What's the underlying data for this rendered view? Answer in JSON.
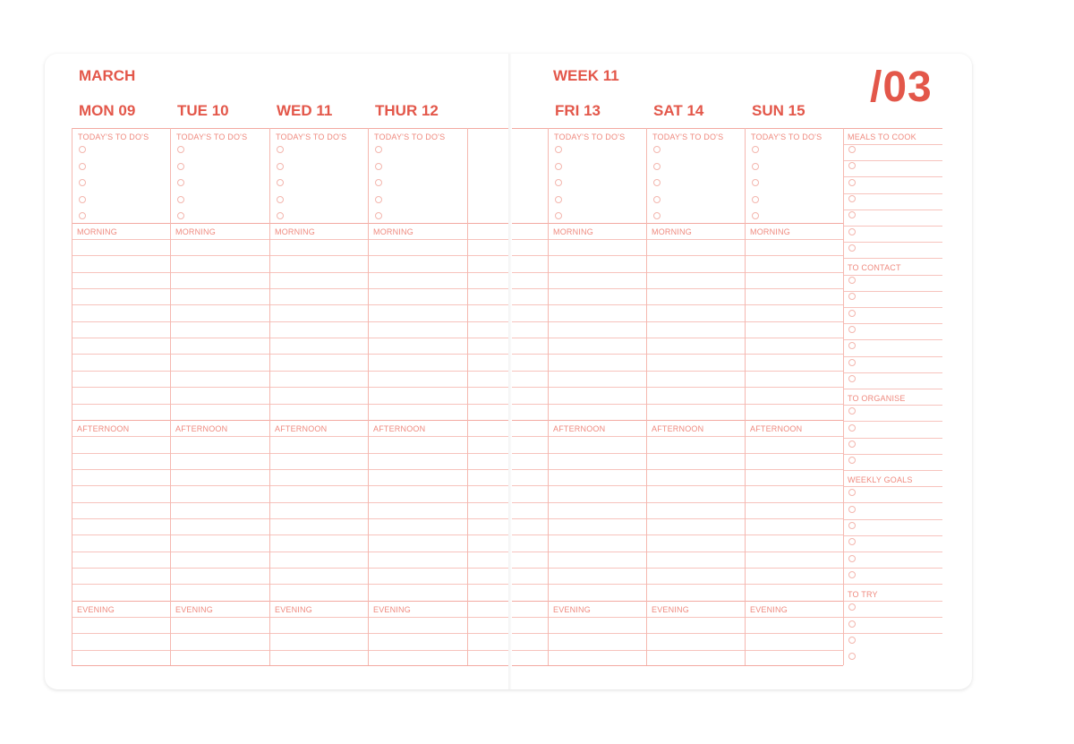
{
  "left_page": {
    "month": "MARCH",
    "days": [
      {
        "name": "MON 09",
        "todo": "TODAY'S TO DO'S",
        "morning": "MORNING",
        "afternoon": "AFTERNOON",
        "evening": "EVENING"
      },
      {
        "name": "TUE 10",
        "todo": "TODAY'S TO DO'S",
        "morning": "MORNING",
        "afternoon": "AFTERNOON",
        "evening": "EVENING"
      },
      {
        "name": "WED 11",
        "todo": "TODAY'S TO DO'S",
        "morning": "MORNING",
        "afternoon": "AFTERNOON",
        "evening": "EVENING"
      },
      {
        "name": "THUR 12",
        "todo": "TODAY'S TO DO'S",
        "morning": "MORNING",
        "afternoon": "AFTERNOON",
        "evening": "EVENING"
      }
    ]
  },
  "right_page": {
    "week": "WEEK 11",
    "week_number": "/03",
    "days": [
      {
        "name": "FRI 13",
        "todo": "TODAY'S TO DO'S",
        "morning": "MORNING",
        "afternoon": "AFTERNOON",
        "evening": "EVENING"
      },
      {
        "name": "SAT 14",
        "todo": "TODAY'S TO DO'S",
        "morning": "MORNING",
        "afternoon": "AFTERNOON",
        "evening": "EVENING"
      },
      {
        "name": "SUN 15",
        "todo": "TODAY'S TO DO'S",
        "morning": "MORNING",
        "afternoon": "AFTERNOON",
        "evening": "EVENING"
      }
    ],
    "sidebar": [
      {
        "title": "MEALS TO COOK",
        "checkbox_count": 7
      },
      {
        "title": "TO CONTACT",
        "checkbox_count": 7
      },
      {
        "title": "TO ORGANISE",
        "checkbox_count": 4
      },
      {
        "title": "WEEKLY GOALS",
        "checkbox_count": 6
      },
      {
        "title": "TO TRY",
        "checkbox_count": 4
      }
    ]
  },
  "accent_color": "#e3574a",
  "line_color": "#f7c3bd"
}
